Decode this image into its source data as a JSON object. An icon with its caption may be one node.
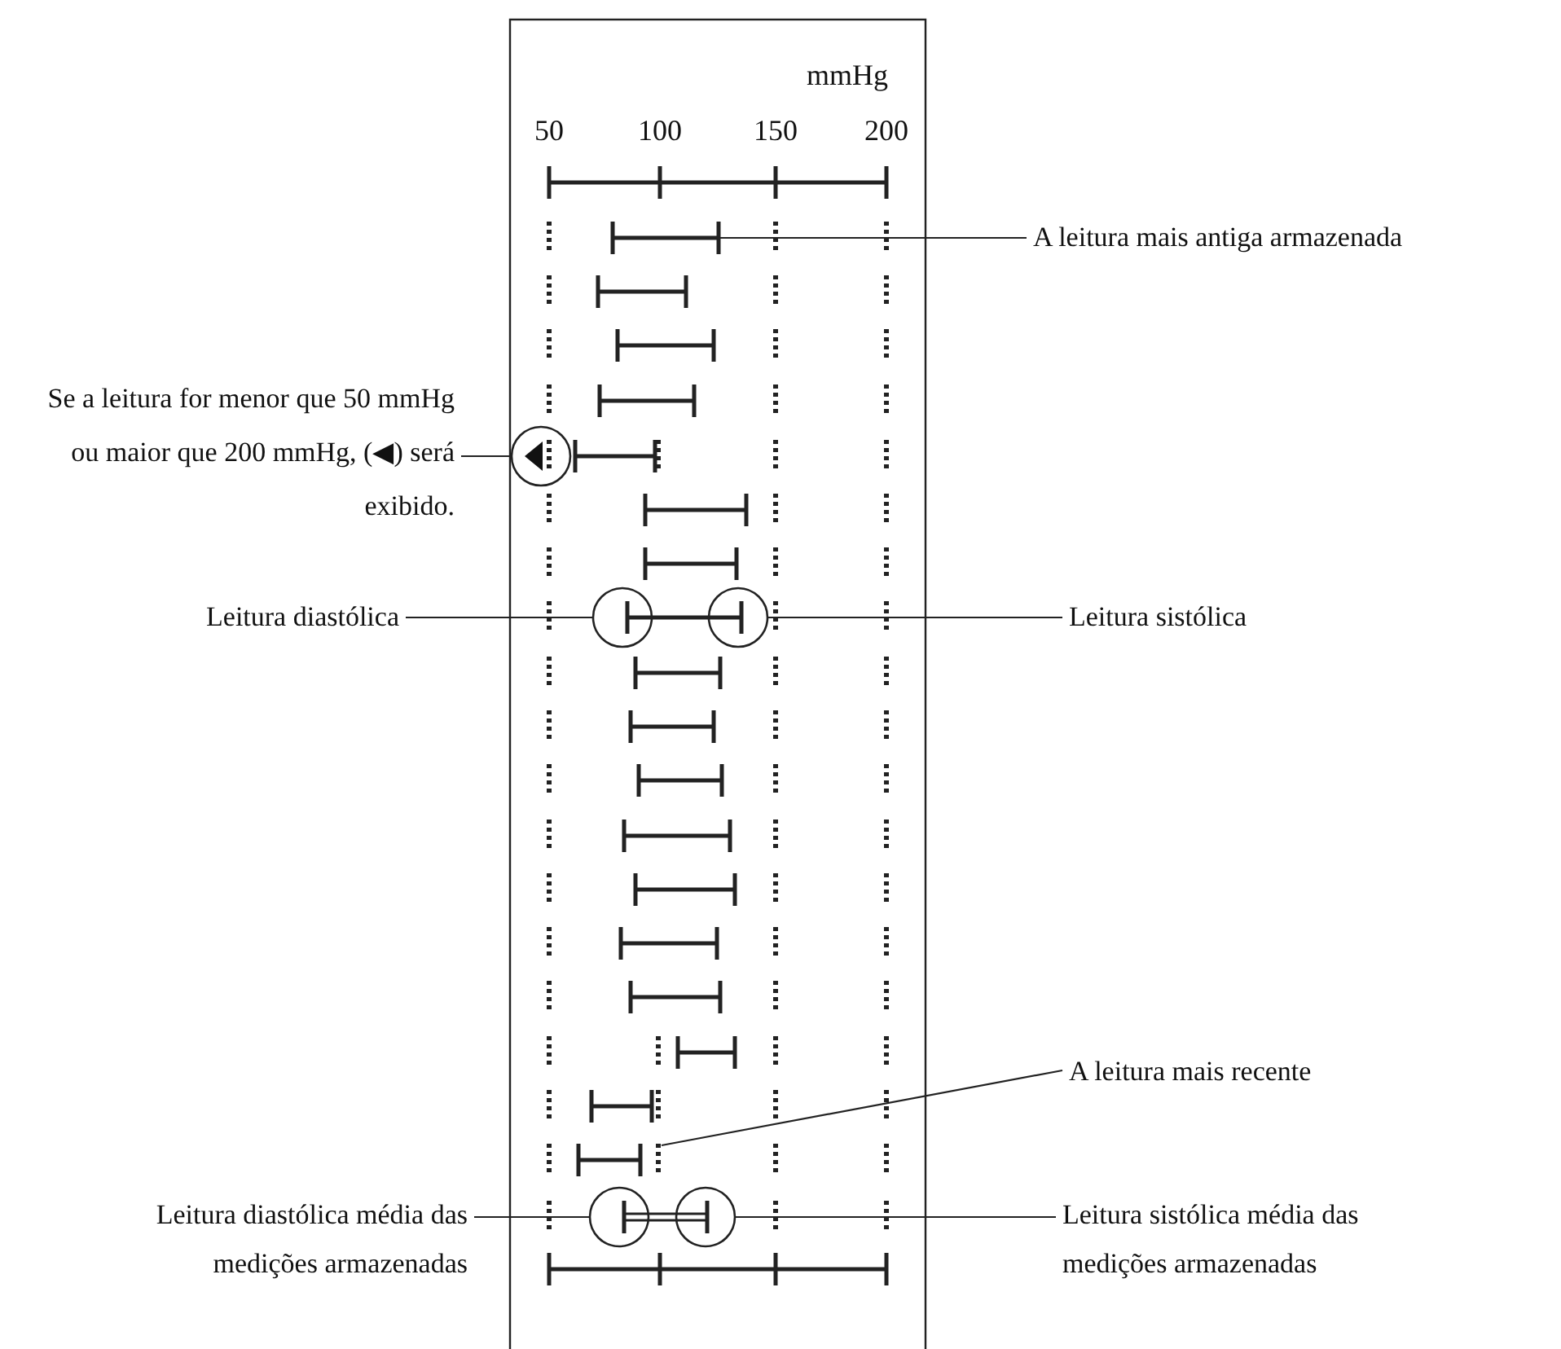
{
  "diagram": {
    "nodes": [
      {
        "text": [
          "A leitura mais antiga armazenada"
        ]
      },
      {
        "text": [
          "Se a leitura for menor que 50 mmHg ou maior que 200 mmHg, (◀) será exibido."
        ]
      },
      {
        "text": [],
        "shape": "circle"
      },
      {
        "text": [
          "Leitura diastólica"
        ]
      },
      {
        "text": [],
        "shape": "circle"
      },
      {
        "text": [],
        "shape": "circle"
      },
      {
        "text": [
          "Leitura sistólica"
        ]
      },
      {
        "text": [
          "A leitura mais recente"
        ]
      },
      {
        "text": [
          "Leitura diastólica média das medições armazenadas"
        ]
      },
      {
        "text": [],
        "shape": "circle"
      },
      {
        "text": [],
        "shape": "circle"
      },
      {
        "text": [
          "Leitura sistólica média das medições armazenadas"
        ]
      },
      {
        "text": [],
        "shape": "bar"
      },
      {
        "text": [],
        "shape": "bar"
      }
    ],
    "edges": [
      {
        "from": 0,
        "to": 12,
        "arrow": "none"
      },
      {
        "from": 1,
        "to": 2,
        "arrow": "none"
      },
      {
        "from": 3,
        "to": 4,
        "arrow": "none"
      },
      {
        "from": 6,
        "to": 5,
        "arrow": "none"
      },
      {
        "from": 7,
        "to": 13,
        "arrow": "none"
      },
      {
        "from": 8,
        "to": 9,
        "arrow": "none"
      },
      {
        "from": 11,
        "to": 10,
        "arrow": "none"
      }
    ],
    "labels": [
      "mmHg",
      "50",
      "100",
      "150",
      "200"
    ]
  }
}
